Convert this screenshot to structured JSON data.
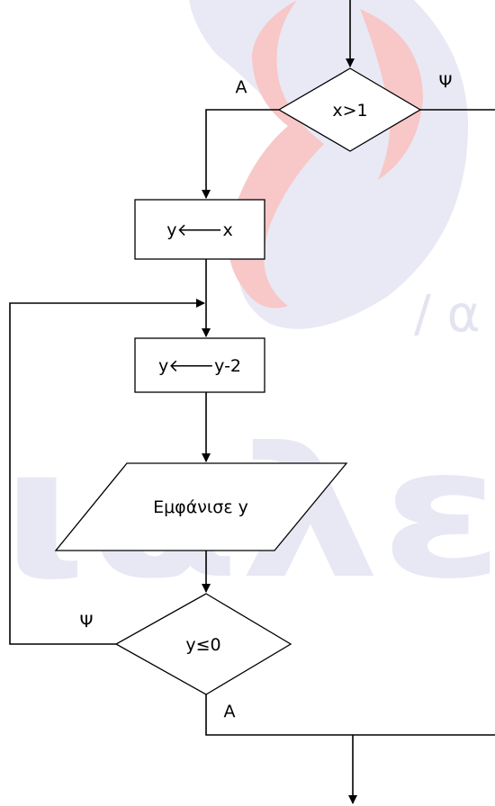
{
  "flowchart": {
    "decision_top": {
      "text": "x>1",
      "yes_label": "Α",
      "no_label": "Ψ"
    },
    "assign_y_x": {
      "text": "y🡐x"
    },
    "assign_y_minus2": {
      "text": "y🡐y-2"
    },
    "output": {
      "text": "Εμφάνισε y"
    },
    "decision_bottom": {
      "text": "y≤0",
      "yes_label": "Α",
      "no_label": "Ψ"
    }
  },
  "watermark": {
    "letters": "ιαλε",
    "subtext": "/ α"
  }
}
